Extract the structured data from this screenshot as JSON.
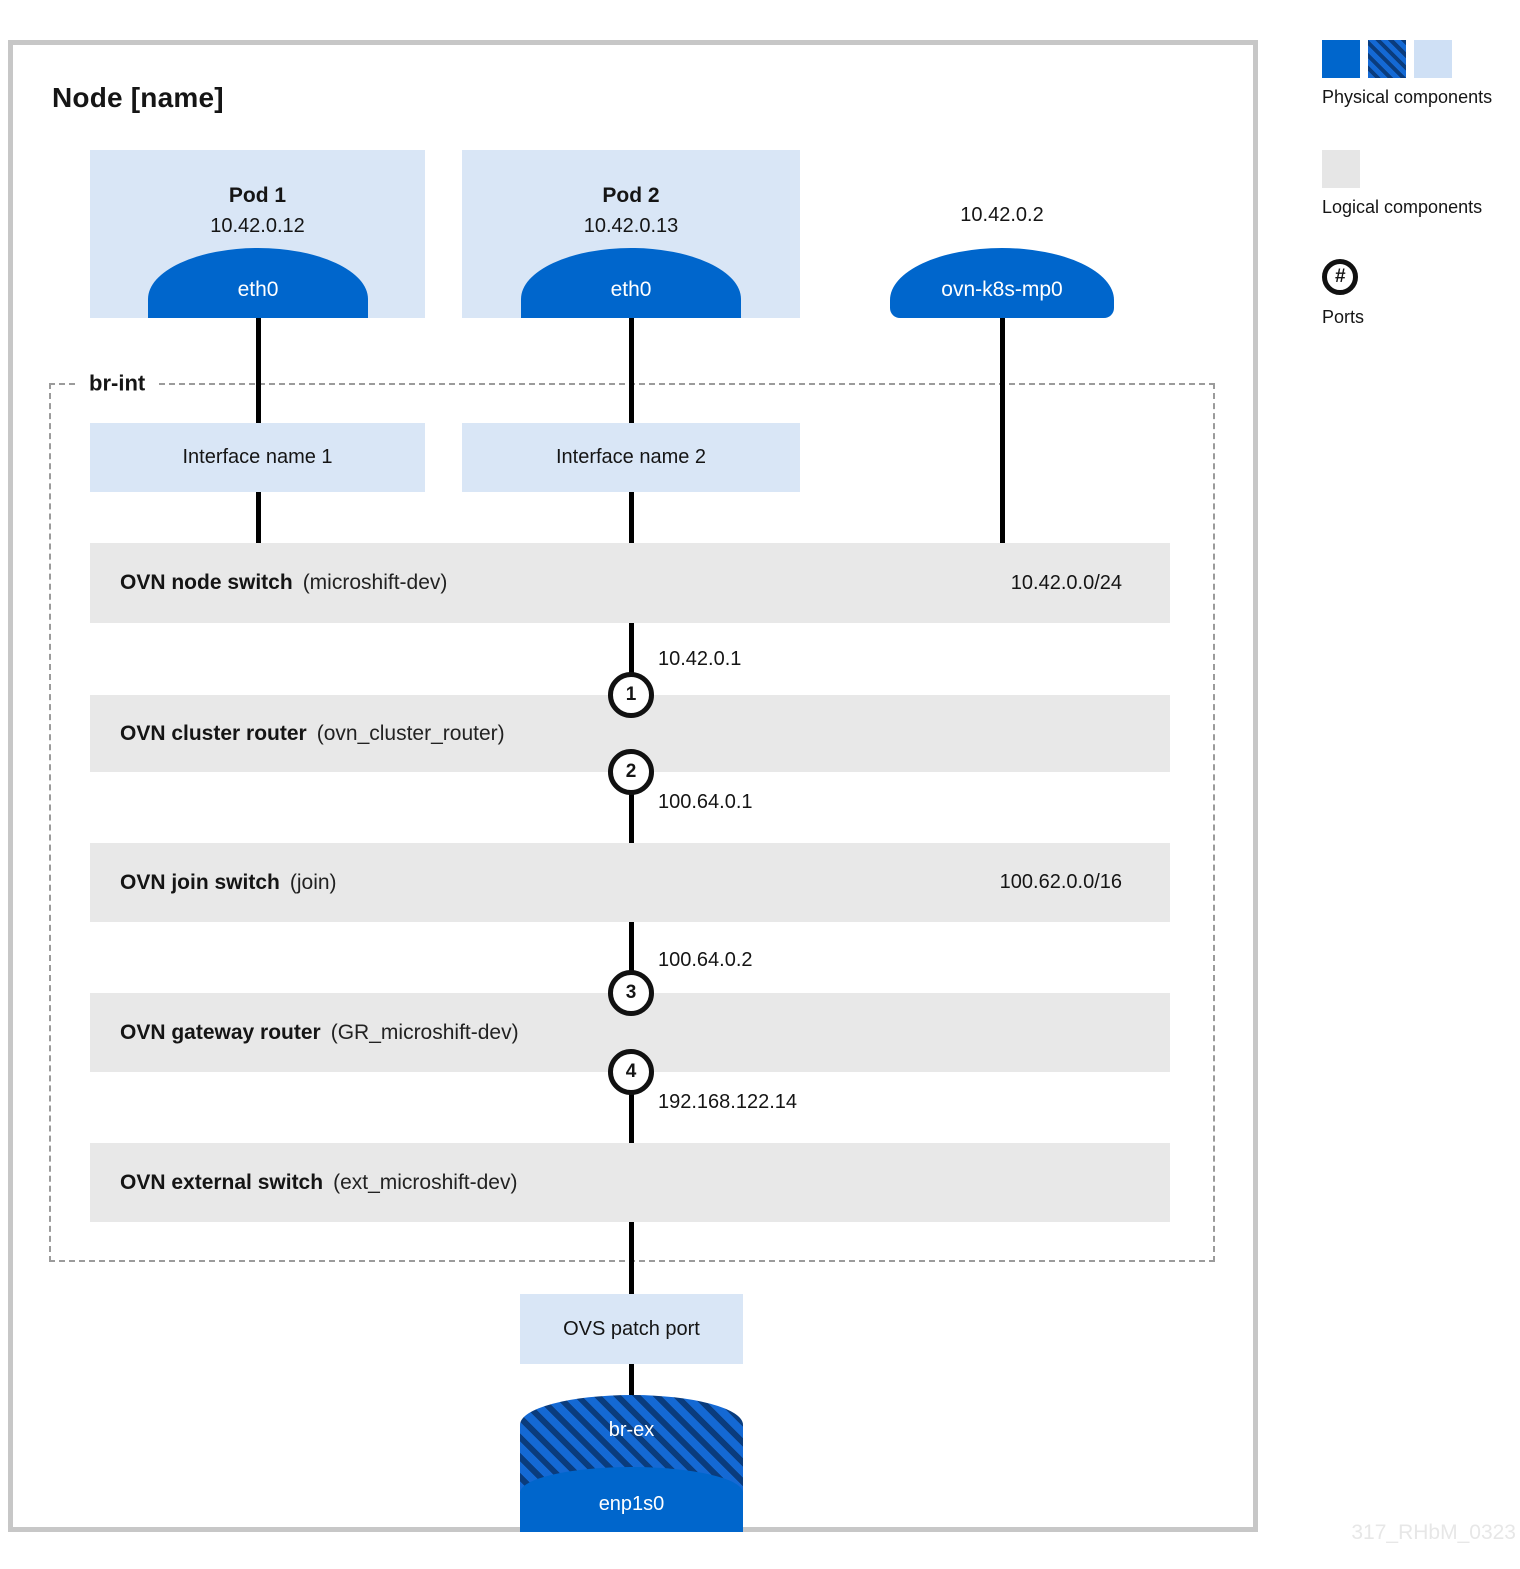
{
  "title": "Node [name]",
  "pods": [
    {
      "name": "Pod 1",
      "ip": "10.42.0.12",
      "port": "eth0"
    },
    {
      "name": "Pod 2",
      "ip": "10.42.0.13",
      "port": "eth0"
    }
  ],
  "mgmt_port": {
    "ip": "10.42.0.2",
    "label": "ovn-k8s-mp0"
  },
  "bridge": {
    "label": "br-int"
  },
  "interfaces": [
    {
      "label": "Interface name 1"
    },
    {
      "label": "Interface name 2"
    }
  ],
  "layers": [
    {
      "name": "OVN node switch",
      "detail": "(microshift-dev)",
      "subnet": "10.42.0.0/24"
    },
    {
      "name": "OVN cluster router",
      "detail": "(ovn_cluster_router)",
      "subnet": ""
    },
    {
      "name": "OVN join switch",
      "detail": "(join)",
      "subnet": "100.62.0.0/16"
    },
    {
      "name": "OVN gateway router",
      "detail": "(GR_microshift-dev)",
      "subnet": ""
    },
    {
      "name": "OVN external switch",
      "detail": "(ext_microshift-dev)",
      "subnet": ""
    }
  ],
  "port_circles": [
    {
      "num": "1",
      "ip": "10.42.0.1"
    },
    {
      "num": "2",
      "ip": "100.64.0.1"
    },
    {
      "num": "3",
      "ip": "100.64.0.2"
    },
    {
      "num": "4",
      "ip": "192.168.122.14"
    }
  ],
  "patch_port": {
    "label": "OVS patch port"
  },
  "external_bridge": {
    "bridge": "br-ex",
    "nic": "enp1s0"
  },
  "legend": {
    "physical": "Physical components",
    "logical": "Logical components",
    "ports": "Ports",
    "ports_symbol": "#"
  },
  "watermark": "317_RHbM_0323",
  "colors": {
    "blue": "#0066cc",
    "light_blue": "#d9e6f6",
    "legend_light_blue": "#cfe0f5",
    "gray_bar": "#e8e8e8",
    "legend_gray": "#e6e6e6",
    "hatch_dark": "#0a3c7d",
    "hatch_light": "#1469d4",
    "frame_border": "#c7c7c7",
    "dashed_border": "#9b9b9b",
    "line": "#000000"
  }
}
